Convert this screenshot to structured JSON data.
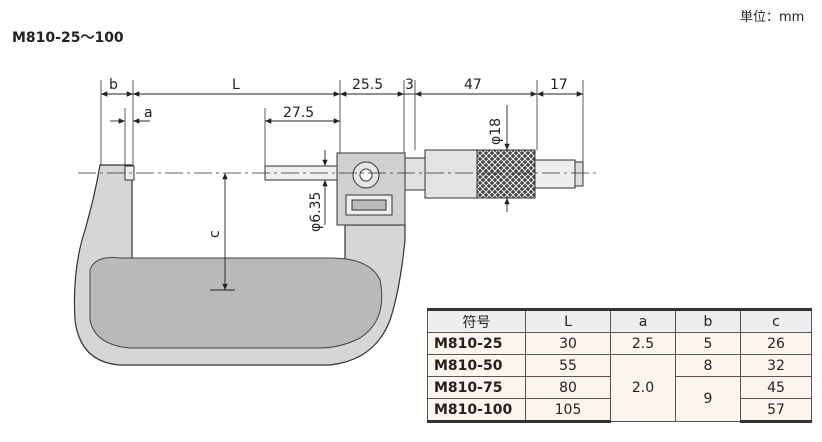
{
  "unit_label": "単位：mm",
  "model_title": "M810-25～100",
  "dimensions": {
    "b": "b",
    "L": "L",
    "a": "a",
    "d_27_5": "27.5",
    "d_25_5": "25.5",
    "d_3": "3",
    "d_47": "47",
    "d_17": "17",
    "phi18": "φ18",
    "phi6_35": "φ6.35",
    "c": "c"
  },
  "table": {
    "headers": [
      "符号",
      "L",
      "a",
      "b",
      "c"
    ],
    "rows": [
      {
        "model": "M810-25",
        "L": "30",
        "a": "2.5",
        "b": "5",
        "c": "26"
      },
      {
        "model": "M810-50",
        "L": "55",
        "a": "",
        "b": "8",
        "c": "32"
      },
      {
        "model": "M810-75",
        "L": "80",
        "a": "2.0",
        "b": "",
        "c": "45"
      },
      {
        "model": "M810-100",
        "L": "105",
        "a": "",
        "b": "9",
        "c": "57"
      }
    ]
  }
}
